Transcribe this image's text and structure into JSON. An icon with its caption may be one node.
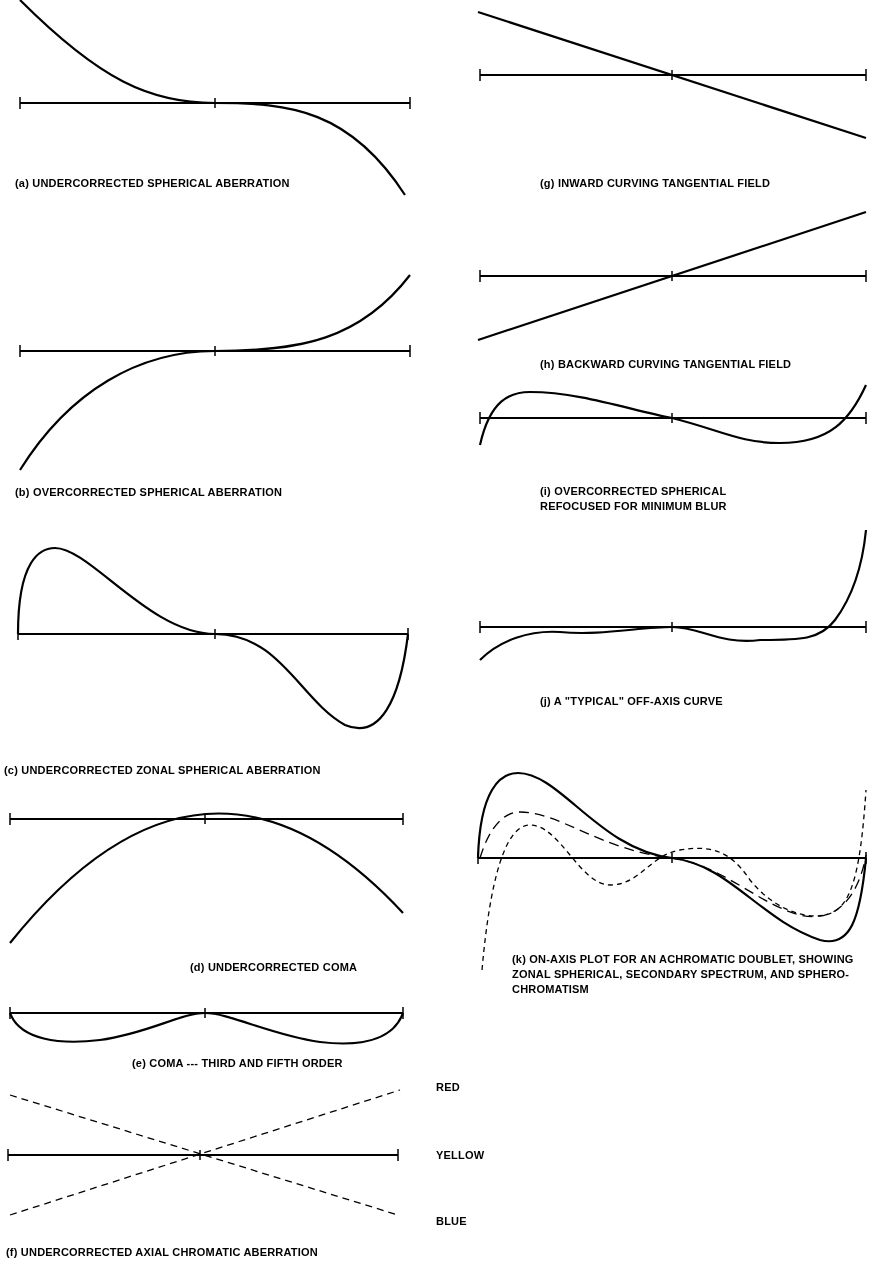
{
  "diagram": {
    "labels": [
      "(a) UNDERCORRECTED SPHERICAL ABERRATION",
      "(b) OVERCORRECTED SPHERICAL ABERRATION",
      "(c) UNDERCORRECTED ZONAL SPHERICAL ABERRATION",
      "(d) UNDERCORRECTED COMA",
      "(e) COMA --- THIRD AND FIFTH ORDER",
      "RED",
      "YELLOW",
      "BLUE",
      "(f) UNDERCORRECTED AXIAL CHROMATIC ABERRATION",
      "(g) INWARD CURVING TANGENTIAL FIELD",
      "(h) BACKWARD CURVING TANGENTIAL FIELD",
      "(i) OVERCORRECTED SPHERICAL REFOCUSED FOR MINIMUM BLUR",
      "(j) A \"TYPICAL\" OFF-AXIS CURVE",
      "(k) ON-AXIS PLOT FOR AN ACHROMATIC DOUBLET, SHOWING ZONAL SPHERICAL, SECONDARY SPECTRUM, AND SPHERO-CHROMATISM"
    ]
  }
}
